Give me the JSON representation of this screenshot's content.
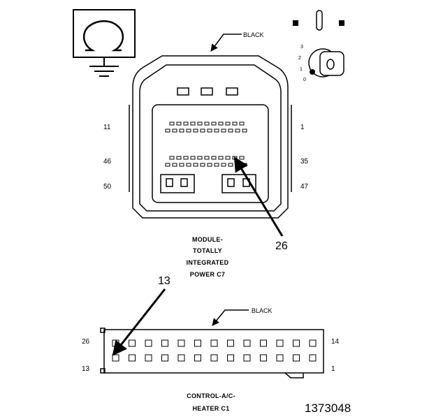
{
  "connector_c7": {
    "color_label": "BLACK",
    "pin_labels": {
      "top_left": "11",
      "top_right": "1",
      "mid_left": "46",
      "mid_right": "35",
      "bottom_left": "50",
      "bottom_right": "47"
    },
    "callout": "26",
    "caption": [
      "MODULE-",
      "TOTALLY",
      "INTEGRATED",
      "POWER C7"
    ]
  },
  "connector_c1": {
    "color_label": "BLACK",
    "pin_labels": {
      "top_left": "26",
      "top_right": "14",
      "bottom_left": "13",
      "bottom_right": "1"
    },
    "callout": "13",
    "caption": [
      "CONTROL-A/C-",
      "HEATER C1"
    ]
  },
  "key_positions": [
    "3",
    "2",
    "1",
    "0"
  ],
  "figure_number": "1373048",
  "icons": [
    "ground-symbol-icon",
    "ignition-key-icon"
  ]
}
